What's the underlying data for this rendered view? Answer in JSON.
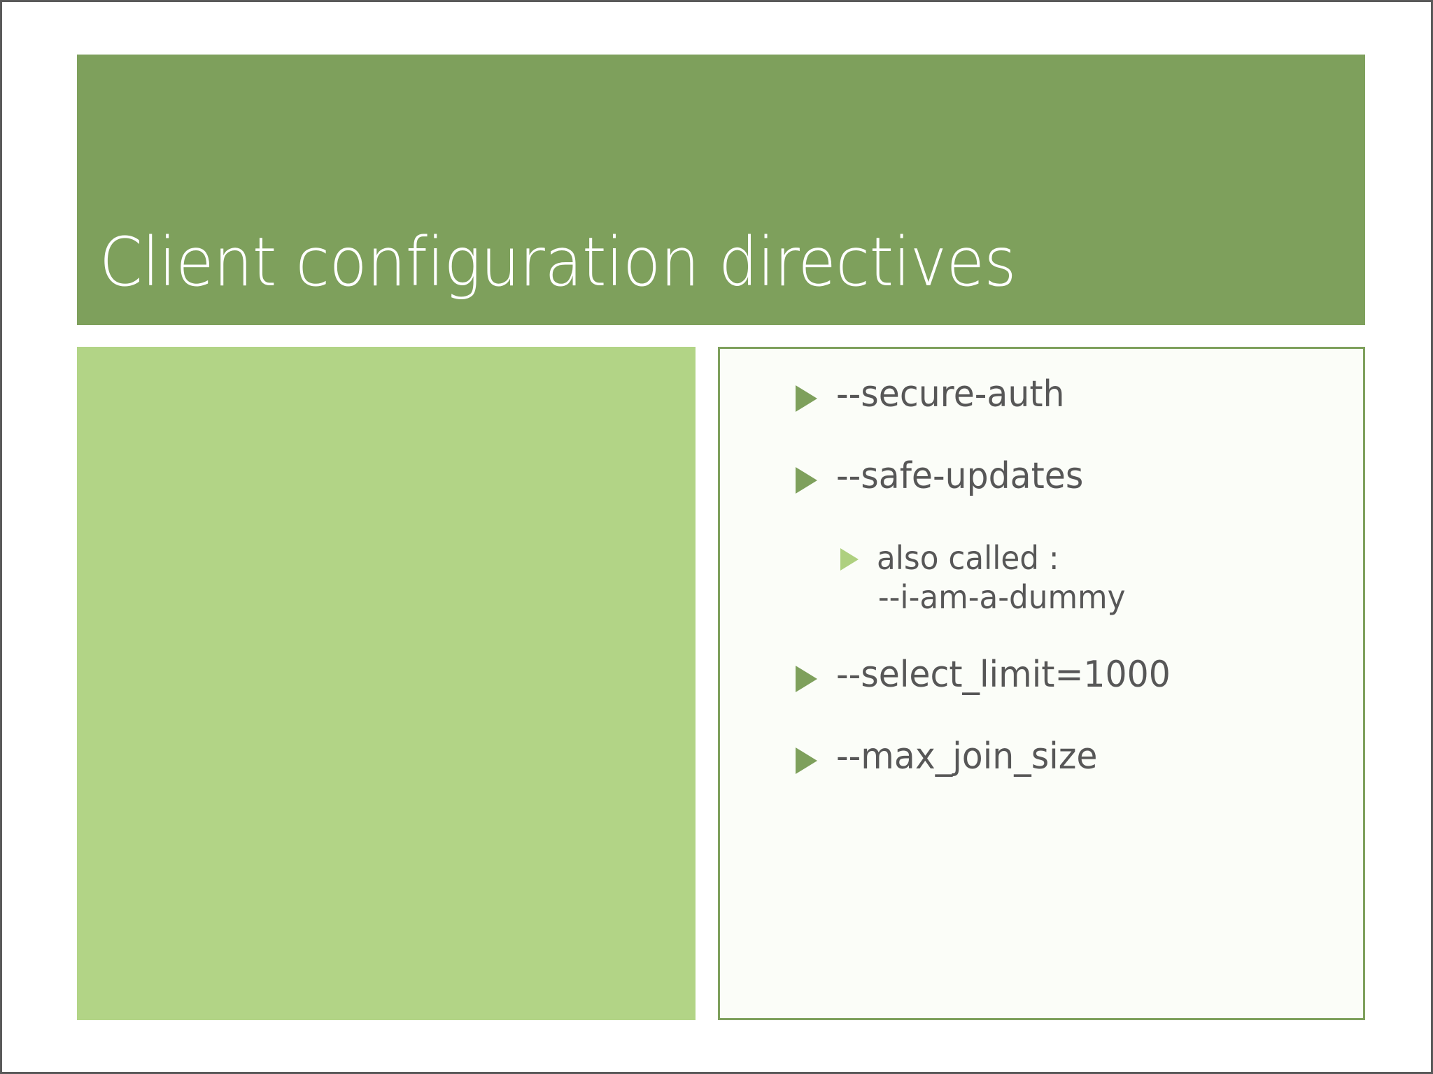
{
  "slide": {
    "title": "Client configuration directives",
    "colors": {
      "header_green": "#7EA05C",
      "light_green": "#B2D486",
      "sub_bullet_green": "#AED07F",
      "text_gray": "#575757",
      "frame_gray": "#5A5A5A",
      "content_bg": "#FBFDF8"
    },
    "left_panel": {
      "name": "image-placeholder",
      "fill": "#B2D486"
    },
    "content": {
      "bullets": [
        {
          "level": 1,
          "marker": "triangle-bullet-icon",
          "text": "--secure-auth"
        },
        {
          "level": 1,
          "marker": "triangle-bullet-icon",
          "text": "--safe-updates"
        },
        {
          "level": 2,
          "marker": "triangle-sub-bullet-icon",
          "text": "also called :",
          "text_line2": "--i-am-a-dummy"
        },
        {
          "level": 1,
          "marker": "triangle-bullet-icon",
          "text": "--select_limit=1000"
        },
        {
          "level": 1,
          "marker": "triangle-bullet-icon",
          "text": "--max_join_size"
        }
      ]
    }
  }
}
